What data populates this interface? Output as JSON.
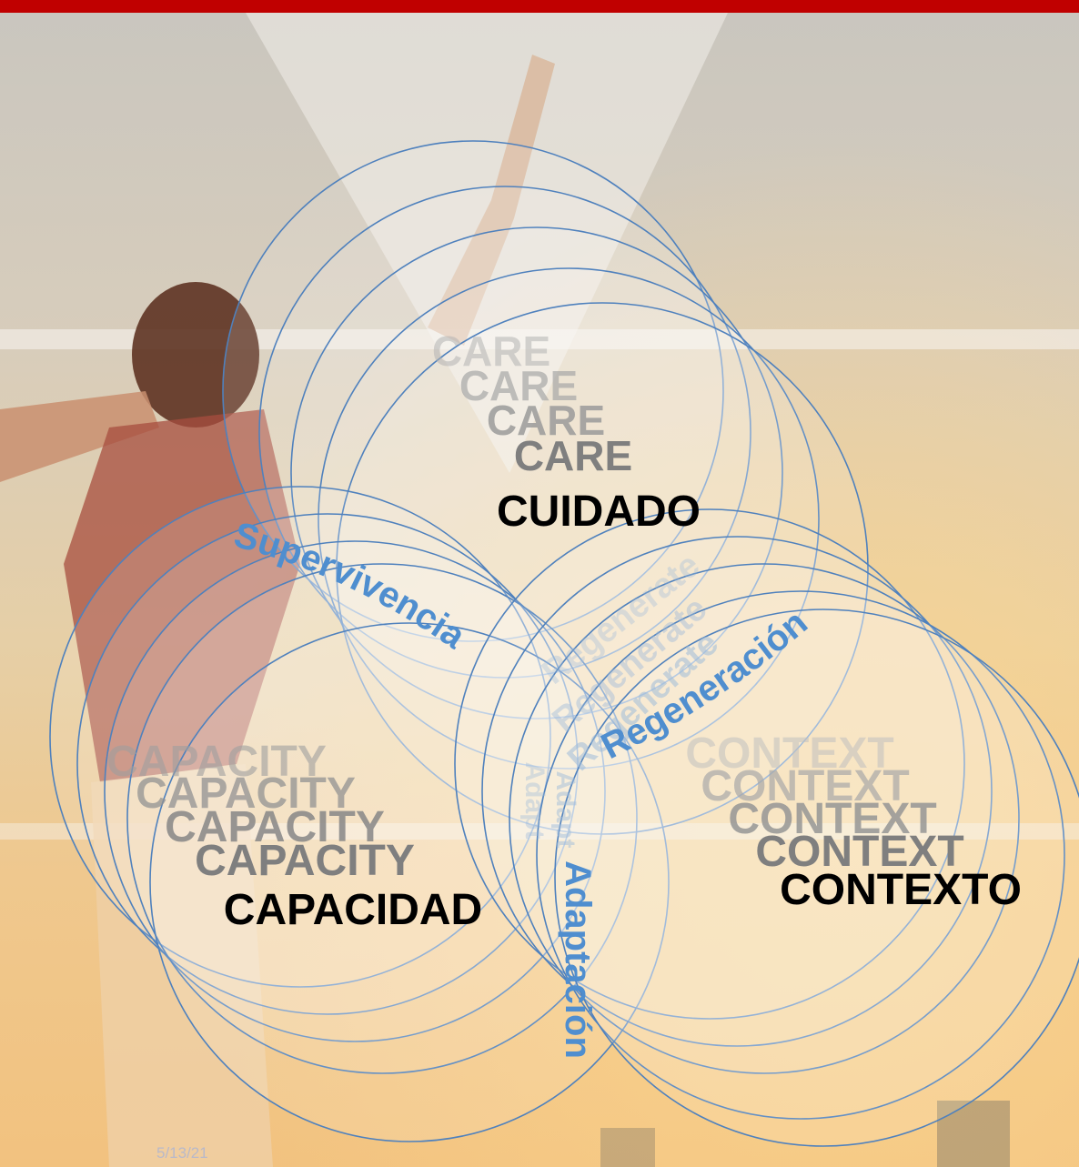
{
  "slide": {
    "date": "5/13/21",
    "accent_color": "#c00000",
    "circle_stroke": "#4f81bd"
  },
  "diagram": {
    "care_ghosts": [
      "CARE",
      "CARE",
      "CARE"
    ],
    "care": "CARE",
    "cuidado": "CUIDADO",
    "capacity_ghosts": [
      "CAPACITY",
      "CAPACITY",
      "CAPACITY"
    ],
    "capacity": "CAPACITY",
    "capacidad": "CAPACIDAD",
    "context_ghosts": [
      "CONTEXT",
      "CONTEXT",
      "CONTEXT"
    ],
    "context": "CONTEXT",
    "contexto": "CONTEXTO",
    "supervivencia": "Supervivencia",
    "regeneracion": "Regeneración",
    "adaptacion": "Adaptación",
    "regenerate_ghosts": [
      "Regenerate",
      "Regenerate",
      "Regenerate"
    ],
    "adapt_ghosts": [
      "Adapt",
      "Adapt"
    ]
  }
}
